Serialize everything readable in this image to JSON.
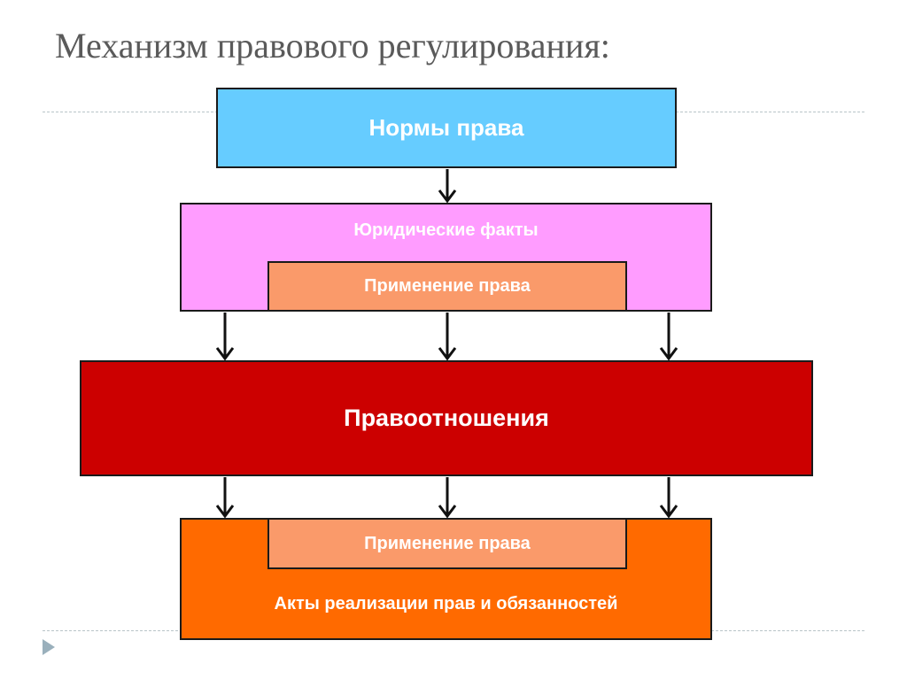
{
  "title": "Механизм правового регулирования:",
  "nodes": {
    "norms": "Нормы права",
    "legal_facts": "Юридические факты",
    "application_1": "Применение права",
    "legal_relations": "Правоотношения",
    "application_2": "Применение права",
    "acts": "Акты реализации прав и обязанностей"
  },
  "edges": [
    {
      "from": "norms",
      "to": "legal_facts"
    },
    {
      "from": "legal_facts",
      "to": "legal_relations"
    },
    {
      "from": "legal_facts",
      "to": "legal_relations"
    },
    {
      "from": "legal_facts",
      "to": "legal_relations"
    },
    {
      "from": "legal_relations",
      "to": "acts"
    },
    {
      "from": "legal_relations",
      "to": "acts"
    },
    {
      "from": "legal_relations",
      "to": "acts"
    }
  ],
  "colors": {
    "norms": "#66ccff",
    "legal_facts": "#ff9cff",
    "application": "#fa9a6a",
    "legal_relations": "#cc0000",
    "acts": "#ff6a00"
  },
  "icons": {
    "nav": "play-triangle-icon"
  }
}
